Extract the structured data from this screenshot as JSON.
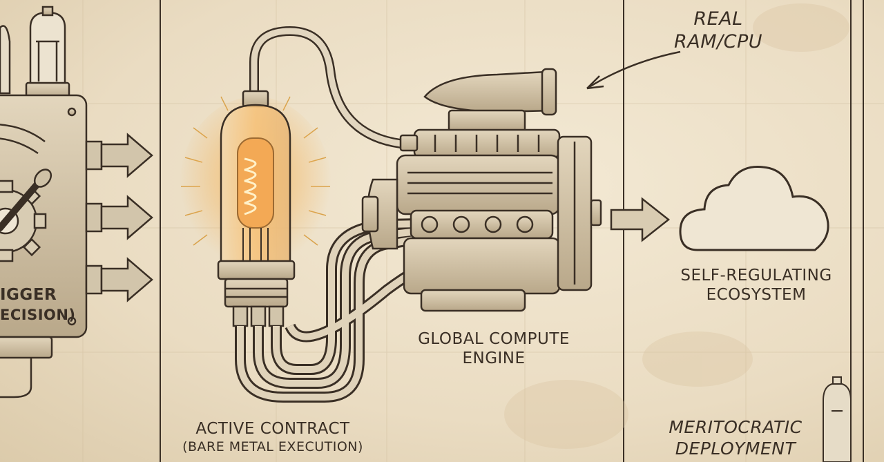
{
  "labels": {
    "trigger_line1": "IGGER",
    "trigger_line2": "ECISION)",
    "active_line1": "ACTIVE CONTRACT",
    "active_line2": "(BARE METAL EXECUTION)",
    "engine_line1": "GLOBAL COMPUTE",
    "engine_line2": "ENGINE",
    "ram_line1": "REAL",
    "ram_line2": "RAM/CPU",
    "eco_line1": "SELF-REGULATING",
    "eco_line2": "ECOSYSTEM",
    "merit_line1": "MERITOCRATIC",
    "merit_line2": "DEPLOYMENT"
  },
  "colors": {
    "paper": "#ece0c8",
    "ink": "#3a2f25",
    "metal": "#cdbfa6",
    "glow": "#f0a950"
  }
}
